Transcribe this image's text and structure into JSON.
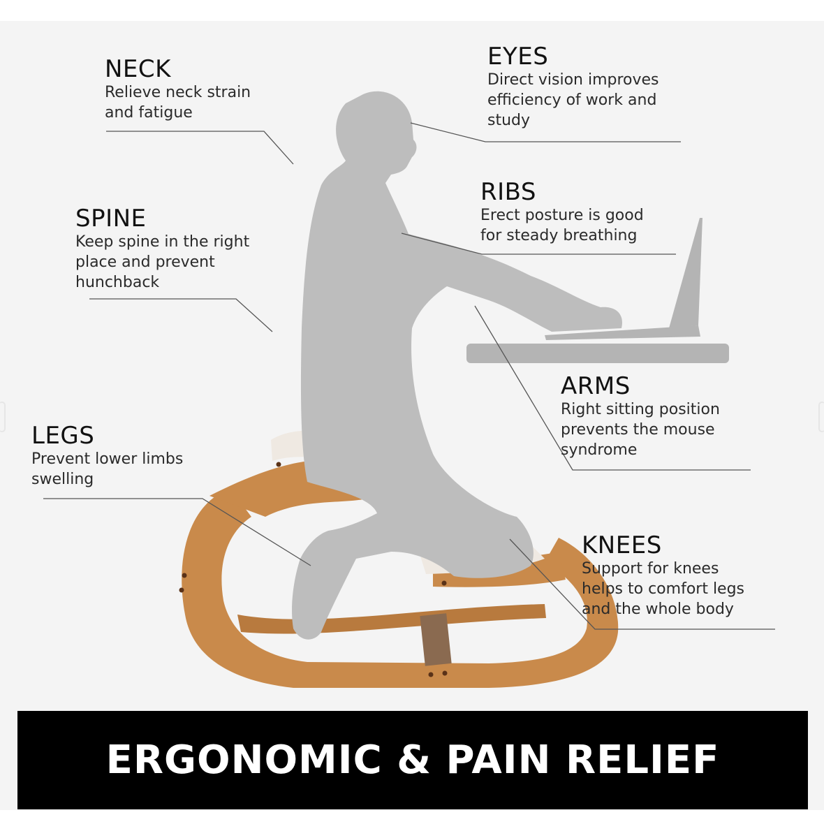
{
  "callouts": {
    "neck": {
      "title": "NECK",
      "desc": "Relieve neck strain\nand fatigue"
    },
    "eyes": {
      "title": "EYES",
      "desc": "Direct vision improves\nefficiency of work and\nstudy"
    },
    "ribs": {
      "title": "RIBS",
      "desc": "Erect posture is good\nfor steady breathing"
    },
    "spine": {
      "title": "SPINE",
      "desc": "Keep spine in the right\nplace and prevent\nhunchback"
    },
    "arms": {
      "title": "ARMS",
      "desc": "Right sitting position\nprevents the mouse\nsyndrome"
    },
    "legs": {
      "title": "LEGS",
      "desc": "Prevent lower limbs\nswelling"
    },
    "knees": {
      "title": "KNEES",
      "desc": "Support for knees\nhelps to comfort legs\nand the whole body"
    }
  },
  "banner": {
    "text": "ERGONOMIC & PAIN RELIEF"
  },
  "colors": {
    "background": "#f4f4f4",
    "silhouette": "#bdbdbd",
    "wood": "#c98a4b",
    "cushion": "#efe9e2",
    "banner_bg": "#000000",
    "banner_text": "#ffffff",
    "leader_line": "#555555"
  }
}
